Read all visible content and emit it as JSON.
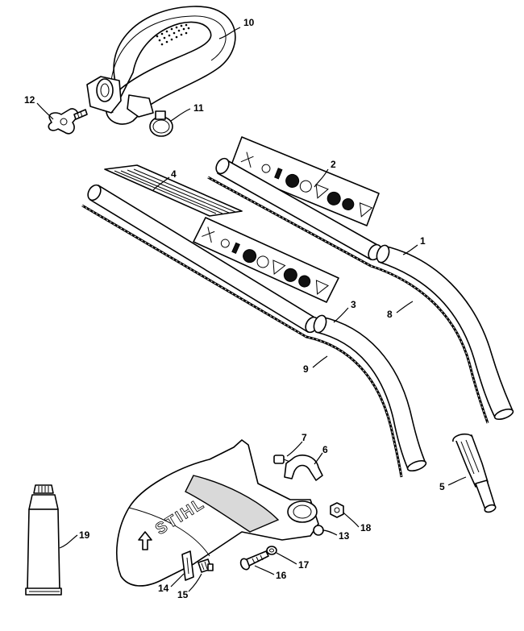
{
  "brand": "STIHL",
  "callouts": [
    {
      "id": "c1",
      "number": "1"
    },
    {
      "id": "c2",
      "number": "2"
    },
    {
      "id": "c3",
      "number": "3"
    },
    {
      "id": "c4",
      "number": "4"
    },
    {
      "id": "c5",
      "number": "5"
    },
    {
      "id": "c6",
      "number": "6"
    },
    {
      "id": "c7",
      "number": "7"
    },
    {
      "id": "c8",
      "number": "8"
    },
    {
      "id": "c9",
      "number": "9"
    },
    {
      "id": "c10",
      "number": "10"
    },
    {
      "id": "c11",
      "number": "11"
    },
    {
      "id": "c12",
      "number": "12"
    },
    {
      "id": "c13",
      "number": "13"
    },
    {
      "id": "c14",
      "number": "14"
    },
    {
      "id": "c15",
      "number": "15"
    },
    {
      "id": "c16",
      "number": "16"
    },
    {
      "id": "c17",
      "number": "17"
    },
    {
      "id": "c18",
      "number": "18"
    },
    {
      "id": "c19",
      "number": "19"
    }
  ]
}
